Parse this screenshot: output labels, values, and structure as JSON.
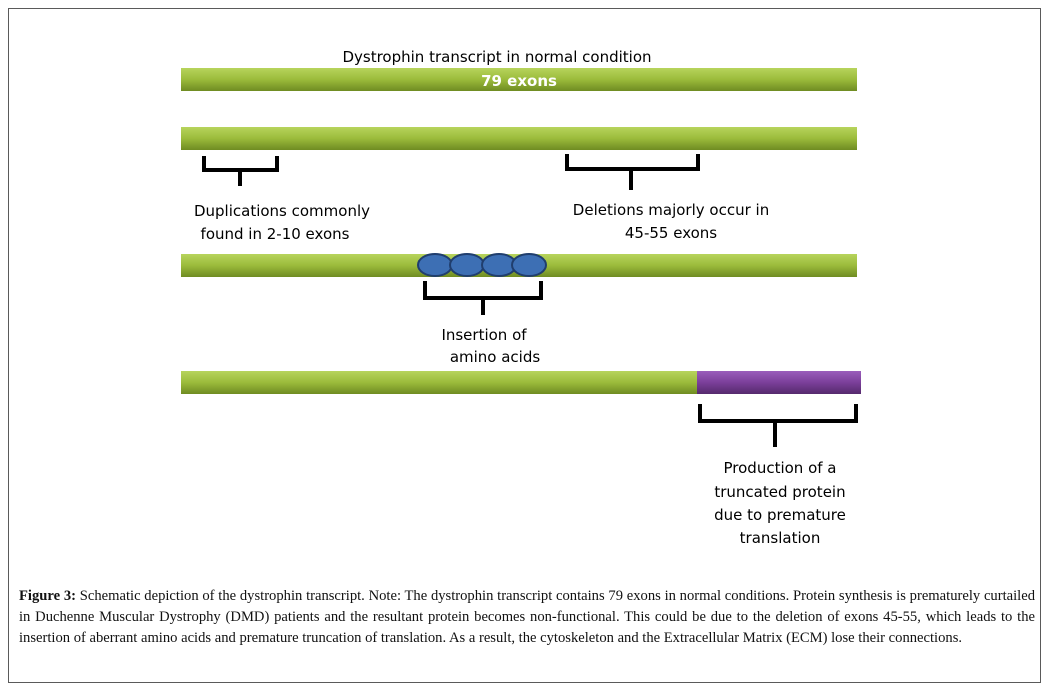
{
  "colors": {
    "bar_green": "#9bbb3b",
    "bar_green_light": "#b7d45c",
    "bar_green_dark": "#6f8c22",
    "bar_purple": "#7b3f9a",
    "circle_fill": "#3d6fb4",
    "circle_stroke": "#203e6e",
    "bracket": "#000000"
  },
  "diagram": {
    "title": "Dystrophin transcript in normal condition",
    "bar1_label": "79 exons",
    "duplication_label": [
      "Duplications commonly",
      "found in 2-10 exons"
    ],
    "deletion_label": [
      "Deletions majorly occur in",
      "45-55 exons"
    ],
    "insertion_label": [
      "Insertion of",
      "amino acids"
    ],
    "truncation_label": [
      "Production of a",
      "truncated protein",
      "due to premature",
      "translation"
    ]
  },
  "caption": {
    "figure_label": "Figure 3:",
    "text": " Schematic depiction of the dystrophin transcript. Note: The dystrophin transcript contains 79 exons in normal conditions. Protein synthesis is prematurely curtailed in Duchenne Muscular Dystrophy (DMD) patients and the resultant protein becomes non-functional. This could be due to the deletion of exons 45-55, which leads to the insertion of aberrant amino acids and premature truncation of translation. As a result, the cytoskeleton and the Extracellular Matrix (ECM) lose their connections."
  }
}
